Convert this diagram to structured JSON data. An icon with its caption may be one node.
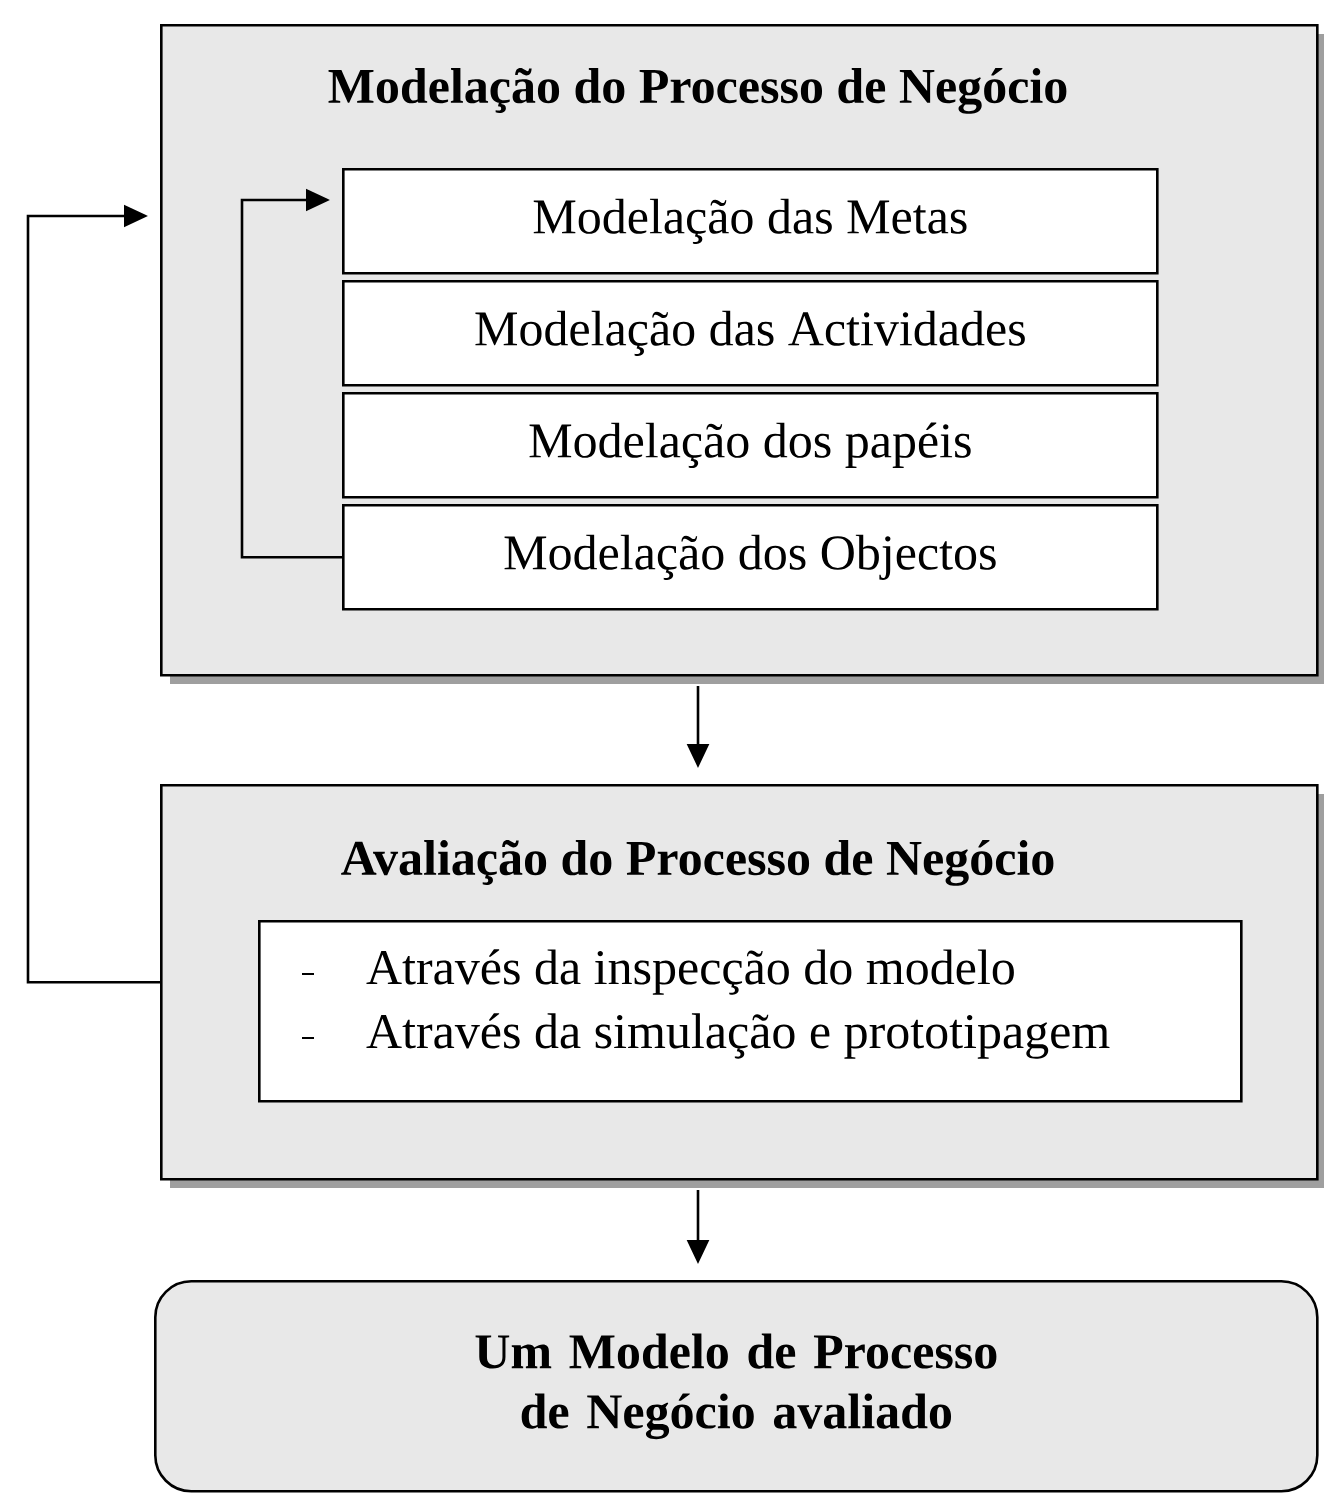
{
  "diagram": {
    "nodes": [
      {
        "text": [
          "Modelação do Processo de Negócio"
        ]
      },
      {
        "text": [
          "Modelação das Metas"
        ],
        "in": 0
      },
      {
        "text": [
          "Modelação das Actividades"
        ],
        "in": 0
      },
      {
        "text": [
          "Modelação dos papéis"
        ],
        "in": 0
      },
      {
        "text": [
          "Modelação dos Objectos"
        ],
        "in": 0
      },
      {
        "text": [
          "Avaliação do Processo de Negócio"
        ]
      },
      {
        "text": [
          "Através da inspecção do modelo",
          "Através da simulação e prototipagem"
        ],
        "in": 5
      },
      {
        "text": [
          "Um Modelo de Processo de Negócio avaliado"
        ]
      }
    ],
    "edges": [
      {
        "from": 4,
        "to": 1,
        "arrow": "to"
      },
      {
        "from": 0,
        "to": 5,
        "arrow": "to"
      },
      {
        "from": 5,
        "to": 0,
        "arrow": "to"
      },
      {
        "from": 5,
        "to": 7,
        "arrow": "to"
      }
    ]
  }
}
